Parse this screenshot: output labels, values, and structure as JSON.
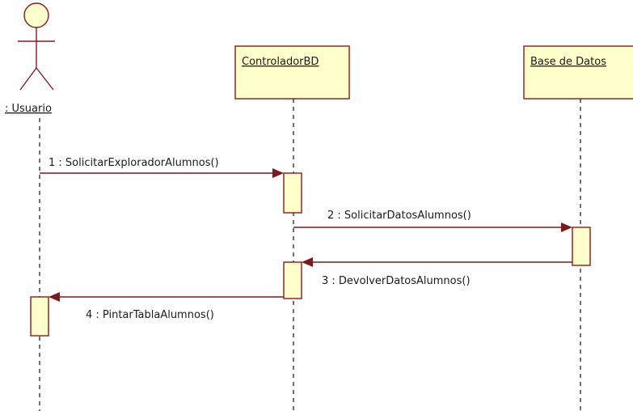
{
  "diagram": {
    "type": "uml-sequence-diagram",
    "participants": [
      {
        "id": "usuario",
        "label": ": Usuario",
        "kind": "actor"
      },
      {
        "id": "controlador",
        "label": "ControladorBD",
        "kind": "object"
      },
      {
        "id": "basedatos",
        "label": "Base de Datos",
        "kind": "object"
      }
    ],
    "messages": [
      {
        "label": "1 : SolicitarExploradorAlumnos()",
        "from": "usuario",
        "to": "controlador",
        "kind": "call"
      },
      {
        "label": "2 : SolicitarDatosAlumnos()",
        "from": "controlador",
        "to": "basedatos",
        "kind": "call"
      },
      {
        "label": "3 : DevolverDatosAlumnos()",
        "from": "basedatos",
        "to": "controlador",
        "kind": "call"
      },
      {
        "label": "4 : PintarTablaAlumnos()",
        "from": "controlador",
        "to": "usuario",
        "kind": "call"
      }
    ]
  },
  "colors": {
    "object_fill": "#ffffcc",
    "object_border": "#8b1a1a",
    "message_line": "#7a1a1a",
    "lifeline": "#111111",
    "text": "#1a1a1a"
  }
}
